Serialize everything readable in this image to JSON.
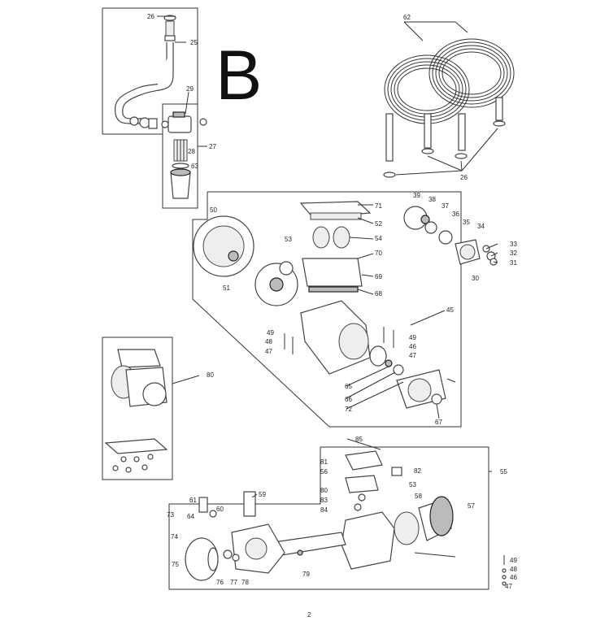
{
  "section_letter": "B",
  "page_number": "2",
  "callouts": [
    "25",
    "26",
    "27",
    "28",
    "29",
    "63",
    "62",
    "26",
    "71",
    "52",
    "54",
    "70",
    "69",
    "68",
    "50",
    "53",
    "51",
    "45",
    "49",
    "48",
    "47",
    "49",
    "46",
    "47",
    "65",
    "66",
    "72",
    "67",
    "39",
    "38",
    "37",
    "36",
    "35",
    "34",
    "33",
    "32",
    "31",
    "30",
    "80",
    "85",
    "81",
    "56",
    "82",
    "80",
    "53",
    "83",
    "84",
    "55",
    "58",
    "57",
    "61",
    "59",
    "60",
    "73",
    "64",
    "74",
    "75",
    "76",
    "77",
    "78",
    "79",
    "49",
    "48",
    "46",
    "47"
  ]
}
